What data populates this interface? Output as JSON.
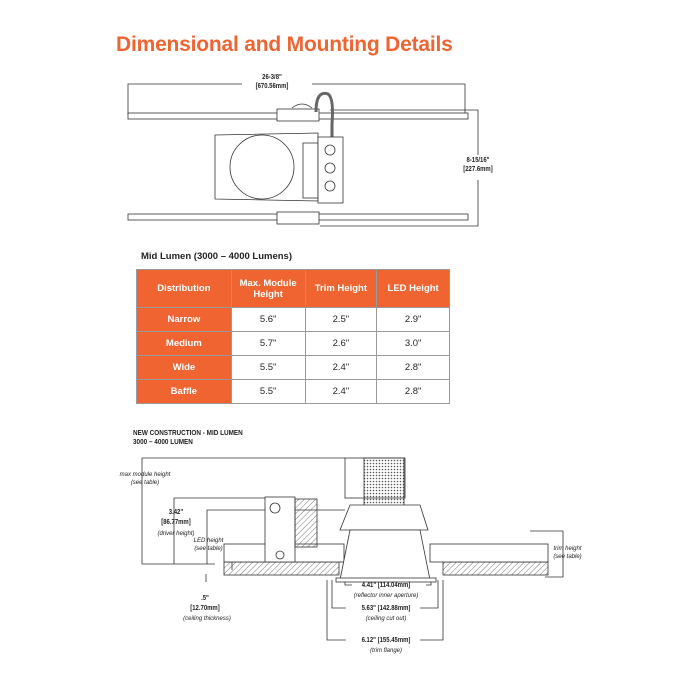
{
  "title": "Dimensional and Mounting Details",
  "top_view": {
    "width_in": "26-3/8\"",
    "width_mm": "[670.56mm]",
    "height_in": "8-15/16\"",
    "height_mm": "[227.6mm]"
  },
  "table": {
    "caption": "Mid Lumen (3000 – 4000 Lumens)",
    "headers": [
      "Distribution",
      "Max. Module Height",
      "Trim Height",
      "LED Height"
    ],
    "rows": [
      [
        "Narrow",
        "5.6\"",
        "2.5\"",
        "2.9\""
      ],
      [
        "Medium",
        "5.7\"",
        "2.6\"",
        "3.0\""
      ],
      [
        "Wide",
        "5.5\"",
        "2.4\"",
        "2.8\""
      ],
      [
        "Baffle",
        "5.5\"",
        "2.4\"",
        "2.8\""
      ]
    ],
    "accent": "#ef6430"
  },
  "side_view": {
    "title_line1": "NEW CONSTRUCTION - MID LUMEN",
    "title_line2": "3000 – 4000 LUMEN",
    "max_module": "max module height",
    "max_module_note": "(see table)",
    "driver_in": "3.42\"",
    "driver_mm": "[86.77mm]",
    "driver_note": "(driver height)",
    "led": "LED height",
    "led_note": "(see table)",
    "ceiling_in": ".5\"",
    "ceiling_mm": "[12.70mm]",
    "ceiling_note": "(ceiling thickness)",
    "trim": "trim height",
    "trim_note": "(see table)",
    "aperture": "4.41\"  [114.04mm]",
    "aperture_note": "(reflector inner aperture)",
    "cutout": "5.63\"  [142.88mm]",
    "cutout_note": "(ceiling cut out)",
    "flange": "6.12\"  [155.45mm]",
    "flange_note": "(trim flange)"
  }
}
